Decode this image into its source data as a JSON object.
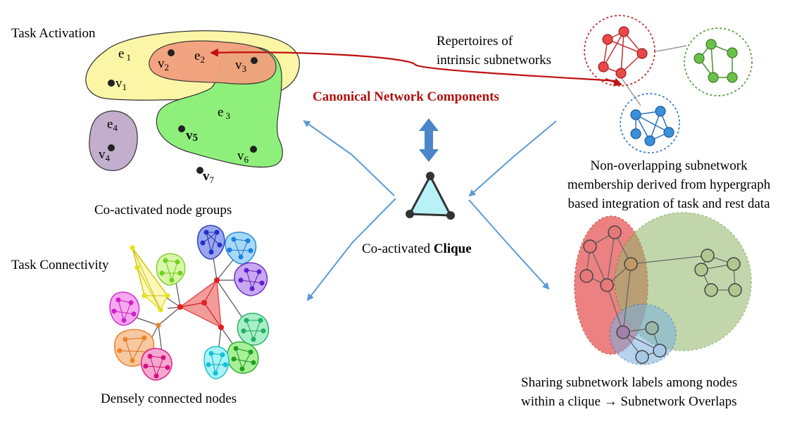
{
  "labels": {
    "task_activation": "Task Activation",
    "task_connectivity": "Task Connectivity",
    "coactivated_groups": "Co-activated node groups",
    "densely_connected": "Densely connected nodes",
    "clique_prefix": "Co-activated ",
    "clique_bold": "Clique",
    "canonical": "Canonical Network Components",
    "repertoire_line1": "Repertoires of",
    "repertoire_line2": "intrinsic subnetworks",
    "nonoverlap_line1": "Non-overlapping subnetwork",
    "nonoverlap_line2": "membership derived from hypergraph",
    "nonoverlap_line3": "based integration of task and rest data",
    "sharing_line1": "Sharing subnetwork labels among nodes",
    "sharing_line2": "within a clique → Subnetwork Overlaps"
  },
  "hypergraph": {
    "edges": [
      {
        "name": "e",
        "sub": "1"
      },
      {
        "name": "e",
        "sub": "2"
      },
      {
        "name": "e",
        "sub": "3"
      },
      {
        "name": "e",
        "sub": "4"
      }
    ],
    "nodes": [
      {
        "name": "v",
        "sub": "1"
      },
      {
        "name": "v",
        "sub": "2"
      },
      {
        "name": "v",
        "sub": "3"
      },
      {
        "name": "v",
        "sub": "4"
      },
      {
        "name": "v",
        "sub": "5"
      },
      {
        "name": "v",
        "sub": "6"
      },
      {
        "name": "v",
        "sub": "7"
      }
    ]
  },
  "colors": {
    "e1": "#fbf5a6",
    "e2": "#f2a07e",
    "e3": "#8ef07a",
    "e4": "#c3aecd",
    "canonical_text": "#b01010",
    "arrow_blue": "#5b9bd5",
    "sub_red": "#e8484a",
    "sub_green": "#6cc04a",
    "sub_blue": "#3a8fd8",
    "clique_fill": "#b8f2f8"
  }
}
